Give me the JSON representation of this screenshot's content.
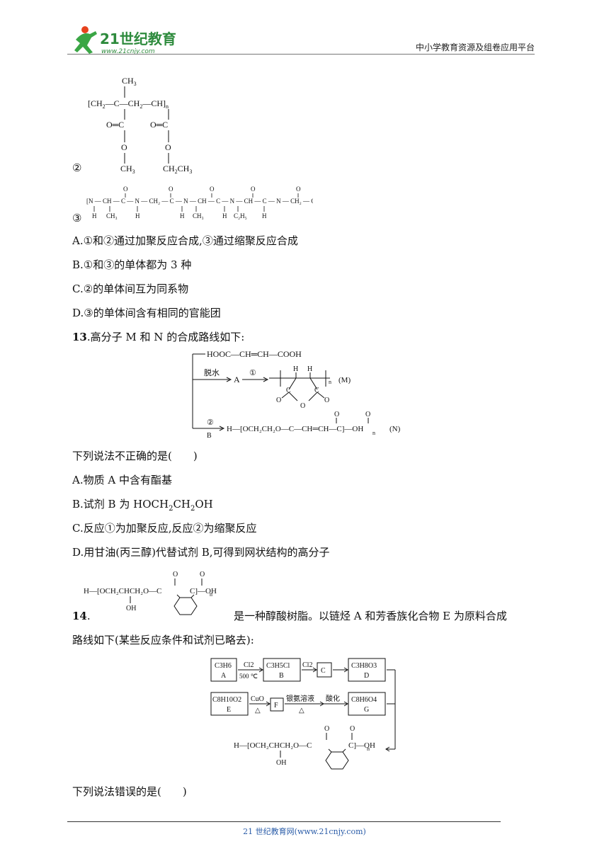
{
  "header": {
    "logo_text": "21世纪教育",
    "logo_url_text": "www.21cnjy.com",
    "right_text": "中小学教育资源及组卷应用平台"
  },
  "q12": {
    "label_2": "②",
    "label_3": "③",
    "opt_a": "A.①和②通过加聚反应合成,③通过缩聚反应合成",
    "opt_b": "B.①和③的单体都为 3 种",
    "opt_c": "C.②的单体间互为同系物",
    "opt_d": "D.③的单体间含有相同的官能团"
  },
  "q13": {
    "number": "13",
    "stem": ".高分子 M 和 N 的合成路线如下:",
    "route": {
      "start": "HOOC—CH═CH—COOH",
      "cond1": "脱水",
      "A": "A",
      "step1": "①",
      "M_label": "(M)",
      "step2": "②",
      "B": "B",
      "N_label": "(N)"
    },
    "question": "下列说法不正确的是(　　)",
    "opt_a": "A.物质 A 中含有酯基",
    "opt_b_prefix": "B.试剂 B 为 HOCH",
    "opt_b_mid": "CH",
    "opt_b_suffix": "OH",
    "opt_c": "C.反应①为加聚反应,反应②为缩聚反应",
    "opt_d": "D.用甘油(丙三醇)代替试剂 B,可得到网状结构的高分子"
  },
  "q14": {
    "number": "14",
    "dot": ".",
    "stem_1": "是一种醇酸树脂。以链烃 A 和芳香族化合物 E 为原料合成",
    "stem_2": "路线如下(某些反应条件和试剂已略去):",
    "scheme": {
      "A_formula": "C3H6",
      "A": "A",
      "cl2_a": "Cl2",
      "temp": "500 ℃",
      "B_formula": "C3H5Cl",
      "B": "B",
      "cl2_b": "Cl2",
      "C": "C",
      "D_formula": "C3H8O3",
      "D": "D",
      "E_formula": "C8H10O2",
      "E": "E",
      "cuo": "CuO",
      "delta1": "△",
      "F": "F",
      "silver": "银氨溶液",
      "delta2": "△",
      "acid": "酸化",
      "G_formula": "C8H6O4",
      "G": "G"
    },
    "question": "下列说法错误的是(　　)"
  },
  "footer": {
    "text": "21 世纪教育网(www.21cnjy.com)"
  }
}
